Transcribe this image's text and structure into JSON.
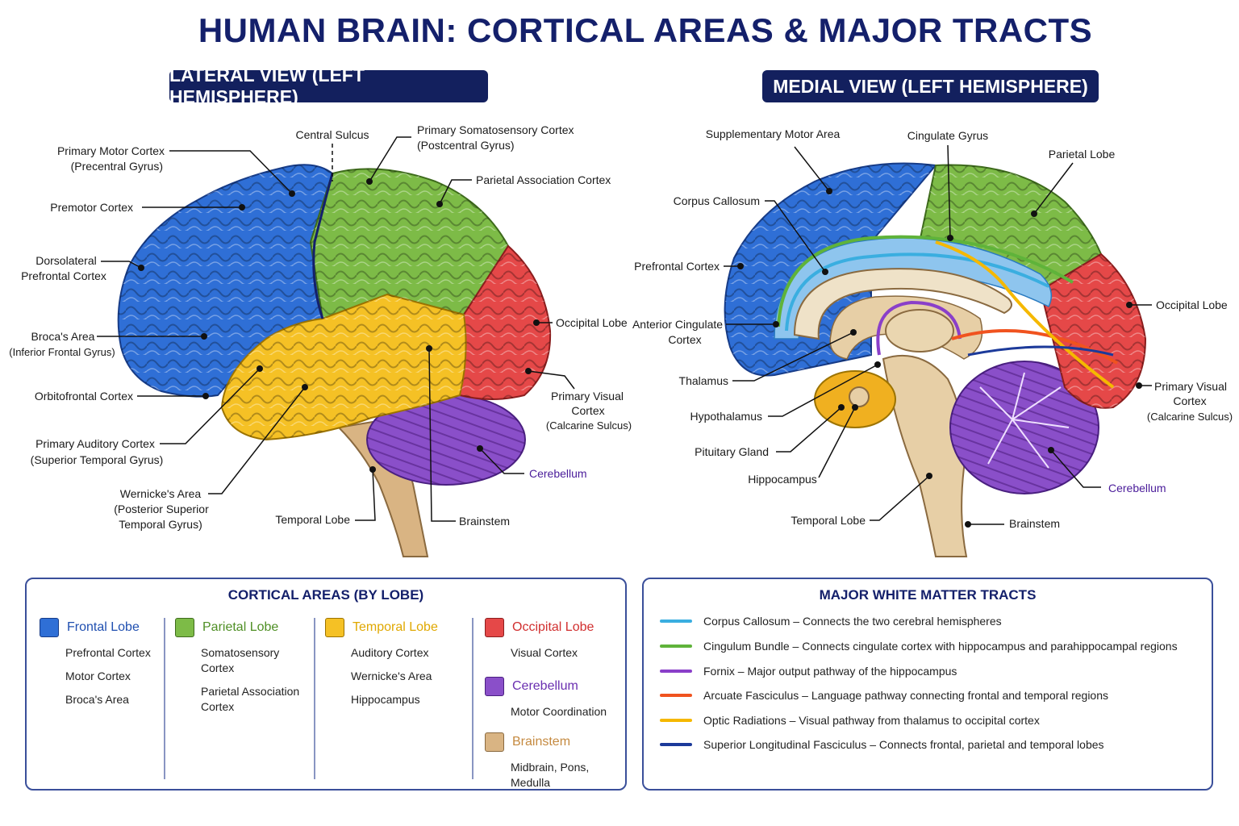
{
  "title": "HUMAN BRAIN: CORTICAL AREAS & MAJOR TRACTS",
  "lateral": {
    "heading": "LATERAL VIEW (LEFT HEMISPHERE)",
    "labels": {
      "central_sulcus": "Central Sulcus",
      "primary_motor_1": "Primary Motor Cortex",
      "primary_motor_2": "(Precentral Gyrus)",
      "premotor": "Premotor Cortex",
      "dlpfc_1": "Dorsolateral",
      "dlpfc_2": "Prefrontal Cortex",
      "broca_1": "Broca's Area",
      "broca_2": "(Inferior Frontal Gyrus)",
      "orbitofrontal": "Orbitofrontal Cortex",
      "auditory_1": "Primary Auditory Cortex",
      "auditory_2": "(Superior Temporal Gyrus)",
      "wernicke_1": "Wernicke's Area",
      "wernicke_2": "(Posterior Superior",
      "wernicke_3": "Temporal Gyrus)",
      "temporal_lobe": "Temporal Lobe",
      "brainstem": "Brainstem",
      "cerebellum": "Cerebellum",
      "visual_1": "Primary Visual",
      "visual_2": "Cortex",
      "visual_3": "(Calcarine Sulcus)",
      "occipital": "Occipital Lobe",
      "parietal_assoc": "Parietal Association Cortex",
      "somato_1": "Primary Somatosensory Cortex",
      "somato_2": "(Postcentral Gyrus)"
    }
  },
  "medial": {
    "heading": "MEDIAL VIEW (LEFT HEMISPHERE)",
    "labels": {
      "sma": "Supplementary Motor Area",
      "cingulate": "Cingulate Gyrus",
      "parietal": "Parietal Lobe",
      "corpus": "Corpus Callosum",
      "prefrontal": "Prefrontal Cortex",
      "acc_1": "Anterior Cingulate",
      "acc_2": "Cortex",
      "thalamus": "Thalamus",
      "hypothalamus": "Hypothalamus",
      "pituitary": "Pituitary Gland",
      "hippocampus": "Hippocampus",
      "temporal_lobe": "Temporal Lobe",
      "brainstem": "Brainstem",
      "cerebellum": "Cerebellum",
      "visual_1": "Primary Visual",
      "visual_2": "Cortex",
      "visual_3": "(Calcarine Sulcus)",
      "occipital": "Occipital Lobe"
    }
  },
  "cortical_legend": {
    "title": "CORTICAL AREAS (BY LOBE)",
    "lobes": [
      {
        "name": "Frontal Lobe",
        "color": "#2f6fd6",
        "text_color": "#1f4fb0",
        "items": [
          "Prefrontal Cortex",
          "Motor Cortex",
          "Broca's Area"
        ]
      },
      {
        "name": "Parietal Lobe",
        "color": "#7dbb47",
        "text_color": "#4f8f25",
        "items": [
          "Somatosensory Cortex",
          "Parietal Association Cortex"
        ]
      },
      {
        "name": "Temporal Lobe",
        "color": "#f5c125",
        "text_color": "#e0a800",
        "items": [
          "Auditory Cortex",
          "Wernicke's Area",
          "Hippocampus"
        ]
      },
      {
        "name": "Occipital Lobe",
        "color": "#e54848",
        "text_color": "#d12f2f",
        "items": [
          "Visual Cortex"
        ]
      },
      {
        "name": "Cerebellum",
        "color": "#8a4fc9",
        "text_color": "#6a2fb0",
        "items": [
          "Motor Coordination"
        ]
      },
      {
        "name": "Brainstem",
        "color": "#d9b483",
        "text_color": "#c58a40",
        "items": [
          "Midbrain, Pons, Medulla"
        ]
      }
    ]
  },
  "tracts_legend": {
    "title": "MAJOR WHITE MATTER TRACTS",
    "tracts": [
      {
        "name": "Corpus Callosum",
        "desc": "Connects the two cerebral hemispheres",
        "color": "#3aaee0"
      },
      {
        "name": "Cingulum Bundle",
        "desc": "Connects cingulate cortex with hippocampus and parahippocampal regions",
        "color": "#5fb33a"
      },
      {
        "name": "Fornix",
        "desc": "Major output pathway of the hippocampus",
        "color": "#8a3fc9"
      },
      {
        "name": "Arcuate Fasciculus",
        "desc": "Language pathway connecting frontal and temporal regions",
        "color": "#f0531f"
      },
      {
        "name": "Optic Radiations",
        "desc": "Visual pathway from thalamus to occipital cortex",
        "color": "#f5b800"
      },
      {
        "name": "Superior Longitudinal Fasciculus",
        "desc": "Connects frontal, parietal and temporal lobes",
        "color": "#1c3a9a"
      }
    ]
  }
}
